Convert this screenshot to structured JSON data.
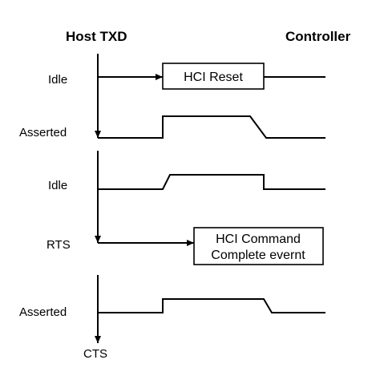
{
  "headers": {
    "host": "Host TXD",
    "controller": "Controller"
  },
  "labels": {
    "idle_1": "Idle",
    "asserted_1": "Asserted",
    "idle_2": "Idle",
    "rts": "RTS",
    "asserted_2": "Asserted",
    "cts": "CTS"
  },
  "boxes": {
    "hci_reset": "HCI Reset",
    "hci_command_line1": "HCI Command",
    "hci_command_line2": "Complete evernt"
  }
}
